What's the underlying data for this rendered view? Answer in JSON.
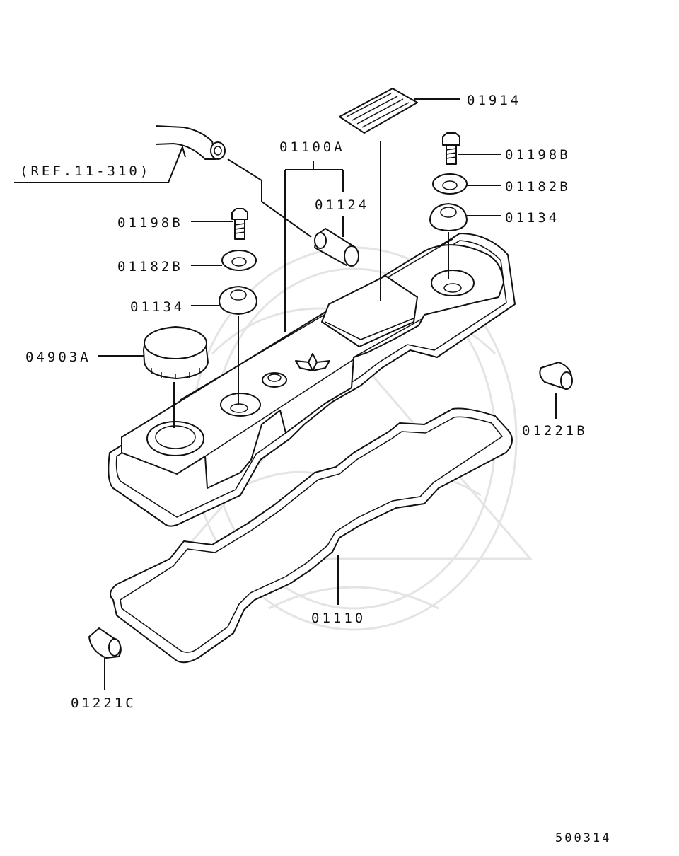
{
  "diagram": {
    "labels": {
      "ref": "(REF.11-310)",
      "p01914": "01914",
      "p01100A": "01100A",
      "p01124": "01124",
      "p01198B_right": "01198B",
      "p01182B_right": "01182B",
      "p01134_right": "01134",
      "p01198B_left": "01198B",
      "p01182B_left": "01182B",
      "p01134_left": "01134",
      "p04903A": "04903A",
      "p01221B": "01221B",
      "p01110": "01110",
      "p01221C": "01221C",
      "diagram_code": "500314"
    }
  }
}
